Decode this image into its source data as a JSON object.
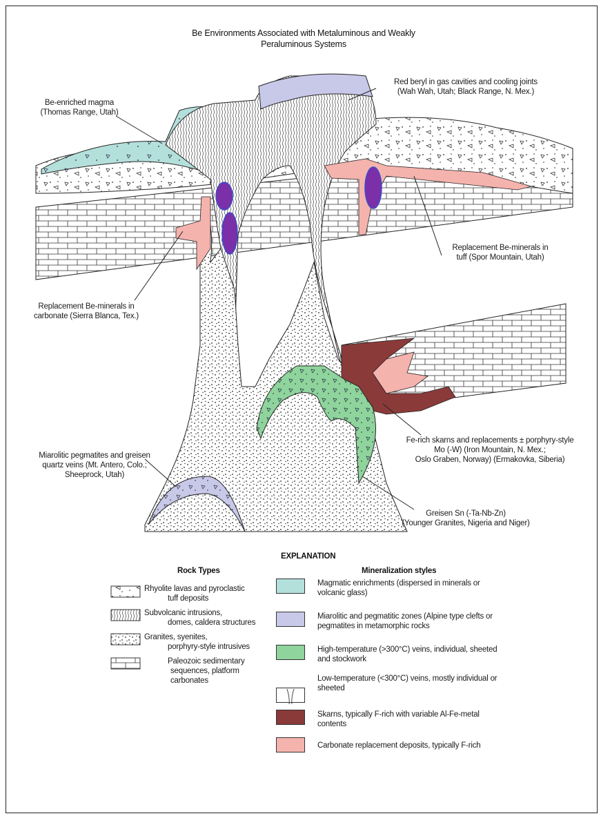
{
  "title": {
    "line1": "Be Environments Associated with Metaluminous and Weakly",
    "line2": "Peraluminous Systems"
  },
  "labels": {
    "red_beryl_1": "Red beryl in gas cavities and cooling joints",
    "red_beryl_2": "(Wah Wah, Utah; Black Range, N. Mex.)",
    "magma_1": "Be-enriched magma",
    "magma_2": "(Thomas Range, Utah)",
    "tuff_1": "Replacement Be-minerals in",
    "tuff_2": "tuff (Spor Mountain, Utah)",
    "carb_1": "Replacement Be-minerals in",
    "carb_2": "carbonate (Sierra Blanca, Tex.)",
    "skarn_1": "Fe-rich skarns and replacements ± porphyry-style",
    "skarn_2": "Mo (-W) (Iron Mountain, N. Mex.;",
    "skarn_3": "Oslo Graben, Norway) (Ermakovka, Siberia)",
    "miar_1": "Miarolitic pegmatites and greisen",
    "miar_2": "quartz veins (Mt. Antero, Colo.;",
    "miar_3": "Sheeprock, Utah)",
    "greisen_1": "Greisen Sn (-Ta-Nb-Zn)",
    "greisen_2": "(Younger Granites, Nigeria and Niger)"
  },
  "explanation": {
    "heading": "EXPLANATION",
    "rock_types_heading": "Rock Types",
    "rock_types": [
      {
        "l1": "Rhyolite lavas and pyroclastic",
        "l2": "tuff deposits",
        "l3": ""
      },
      {
        "l1": "Subvolcanic intrusions,",
        "l2": "domes, caldera structures",
        "l3": ""
      },
      {
        "l1": "Granites, syenites,",
        "l2": "porphyry-style intrusives",
        "l3": ""
      },
      {
        "l1": "Paleozoic sedimentary",
        "l2": "sequences, platform",
        "l3": "carbonates"
      }
    ],
    "mineralization_heading": "Mineralization styles",
    "mineralization": [
      {
        "l1": "Magmatic enrichments (dispersed in minerals or",
        "l2": "volcanic glass)",
        "color": "#b4e0dc"
      },
      {
        "l1": "Miarolitic and pegmatitic zones (Alpine type clefts or",
        "l2": "pegmatites in metamorphic rocks",
        "color": "#c8c8e8"
      },
      {
        "l1": "High-temperature (>300°C) veins, individual, sheeted",
        "l2": "and stockwork",
        "color": "#8fd49c"
      },
      {
        "l1": "Low-temperature (<300°C) veins, mostly individual or",
        "l2": "sheeted",
        "color": "#ffffff"
      },
      {
        "l1": "Skarns, typically F-rich with variable Al-Fe-metal",
        "l2": "contents",
        "color": "#8b3a3a"
      },
      {
        "l1": "Carbonate replacement deposits, typically F-rich",
        "l2": "",
        "color": "#f5b3ae"
      }
    ]
  },
  "colors": {
    "magmatic": "#b4e0dc",
    "miarolitic": "#c8c8e8",
    "high_temp": "#8fd49c",
    "skarn": "#8b3a3a",
    "carbonate_replacement": "#f5b3ae",
    "purple_marker": "#7b2fa8"
  }
}
